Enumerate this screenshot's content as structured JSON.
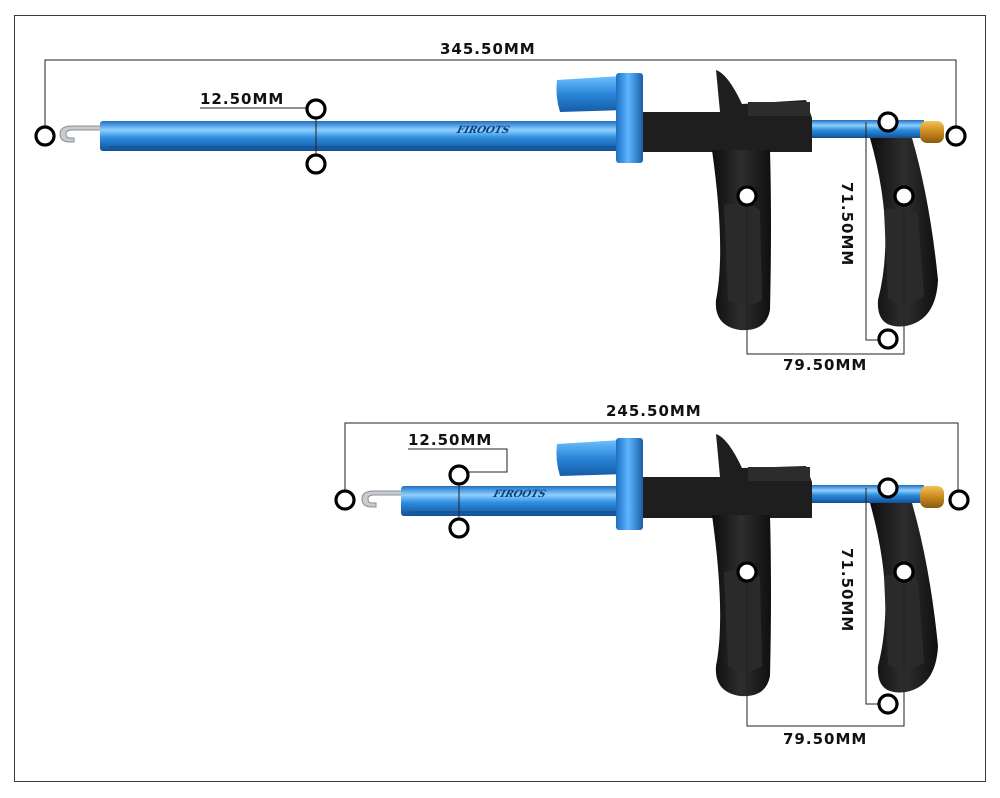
{
  "product": {
    "brand_text": "FIROOTS",
    "colors": {
      "rod_blue": "#2f8fe0",
      "rod_highlight": "#8fd0ff",
      "handle_black": "#1e1e1e",
      "tip_brass": "#d89a2c",
      "hook_steel": "#c8ccd0"
    }
  },
  "variants": [
    {
      "id": "long",
      "total_length": "345.50MM",
      "hook_width": "12.50MM",
      "handle_height": "71.50MM",
      "handle_spacing": "79.50MM"
    },
    {
      "id": "short",
      "total_length": "245.50MM",
      "hook_width": "12.50MM",
      "handle_height": "71.50MM",
      "handle_spacing": "79.50MM"
    }
  ]
}
